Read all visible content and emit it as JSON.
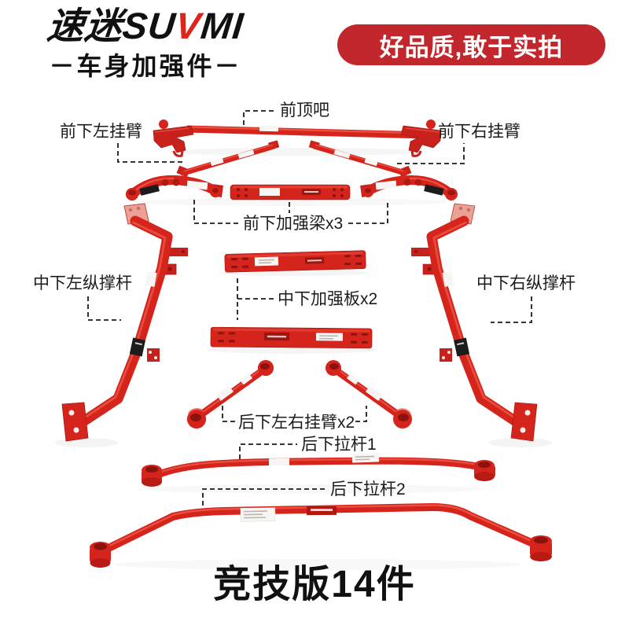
{
  "header": {
    "logo": {
      "cn": "速迷",
      "latin_pre": "SU",
      "latin_v": "V",
      "latin_post": "MI"
    },
    "subtitle": "－车身加强件－",
    "banner": "好品质,敢于实拍"
  },
  "labels": {
    "front_top_bar": "前顶吧",
    "front_lower_left_arm": "前下左挂臂",
    "front_lower_right_arm": "前下右挂臂",
    "front_lower_beam": "前下加强梁x3",
    "mid_lower_left_strut": "中下左纵撑杆",
    "mid_lower_right_strut": "中下右纵撑杆",
    "mid_lower_plate": "中下加强板x2",
    "rear_lower_arms": "后下左右挂臂x2",
    "rear_lower_rod_1": "后下拉杆1",
    "rear_lower_rod_2": "后下拉杆2"
  },
  "footer": {
    "title": "竞技版14件"
  },
  "colors": {
    "banner_red": "#c1272d",
    "part_red": "#d4241c",
    "part_red_dark": "#9e150f",
    "part_red_highlight": "#f05948",
    "logo_accent_red": "#e2231a",
    "text_black": "#1b1b1b"
  }
}
